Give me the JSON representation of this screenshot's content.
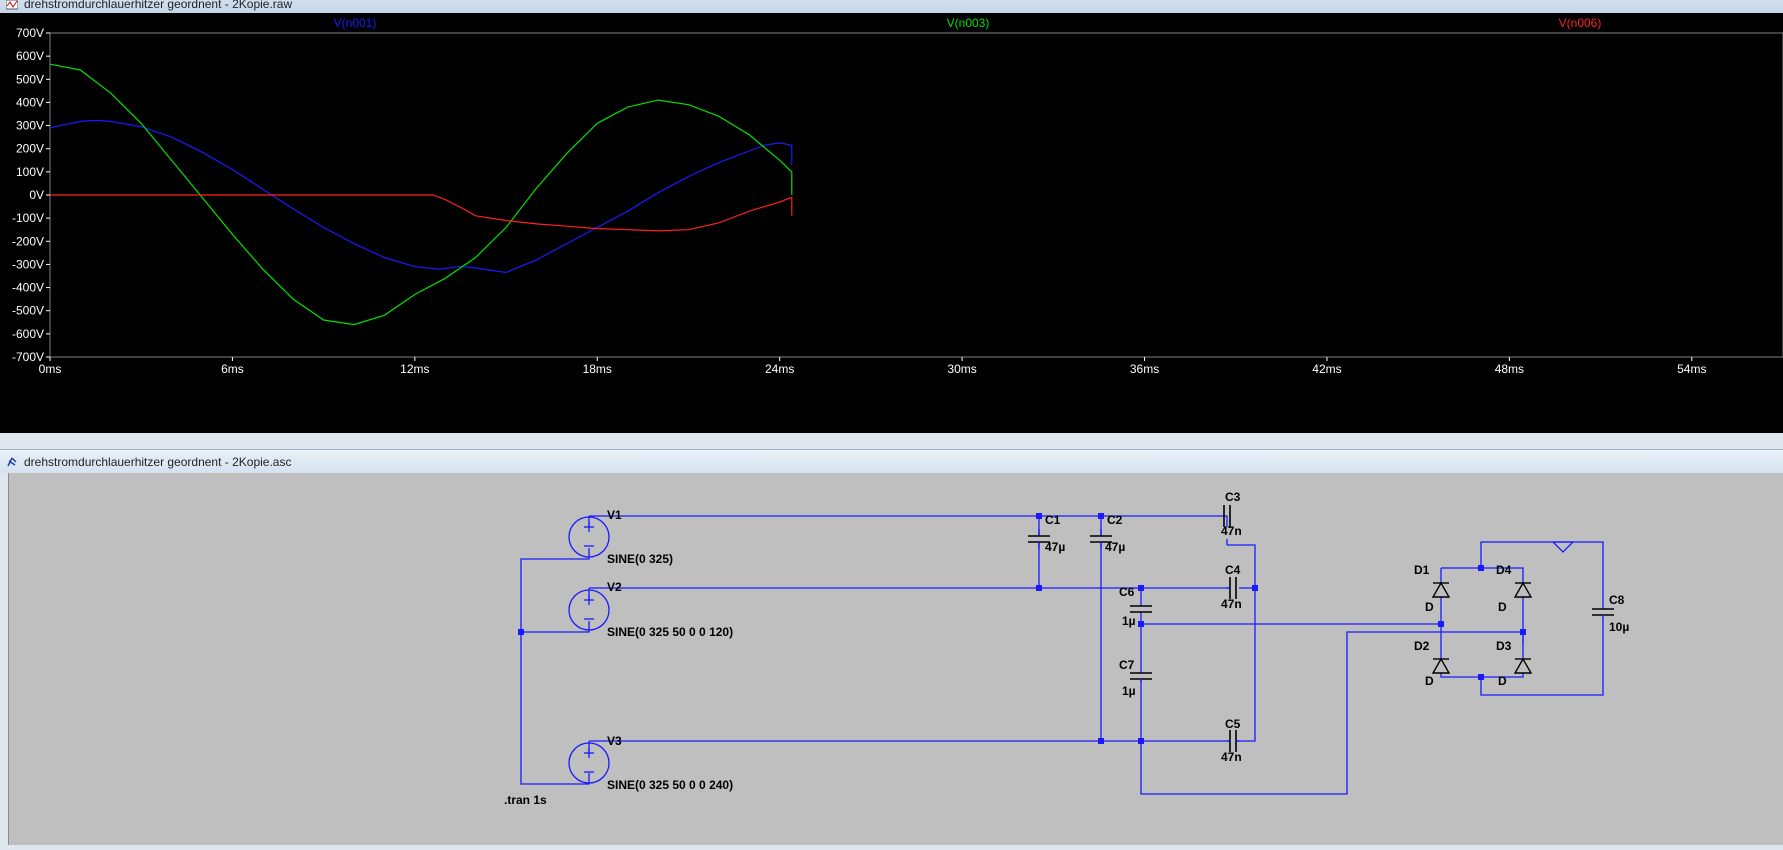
{
  "waveform_window": {
    "title": "drehstromdurchlauerhitzer geordnent - 2Kopie.raw"
  },
  "schematic_window": {
    "title": "drehstromdurchlauerhitzer geordnent - 2Kopie.asc"
  },
  "colors": {
    "plot_bg": "#000000",
    "axis_text": "#ffffff",
    "schematic_bg": "#bfbfbf",
    "wire": "#1a1aff",
    "junction": "#1a1aff",
    "component_text": "#000000"
  },
  "chart_data": {
    "type": "line",
    "xlabel": "",
    "ylabel": "",
    "xlim": [
      0,
      57
    ],
    "ylim": [
      -700,
      700
    ],
    "x_ticks": [
      "0ms",
      "6ms",
      "12ms",
      "18ms",
      "24ms",
      "30ms",
      "36ms",
      "42ms",
      "48ms",
      "54ms"
    ],
    "y_ticks": [
      "700V",
      "600V",
      "500V",
      "400V",
      "300V",
      "200V",
      "100V",
      "0V",
      "-100V",
      "-200V",
      "-300V",
      "-400V",
      "-500V",
      "-600V",
      "-700V"
    ],
    "grid": false,
    "series": [
      {
        "name": "V(n001)",
        "color": "#1a1aff",
        "x": [
          0,
          0.5,
          1,
          1.5,
          2,
          3,
          4,
          5,
          6,
          7,
          8,
          9,
          10,
          11,
          12,
          12.8,
          13.5,
          14,
          15,
          16,
          17,
          18,
          19,
          20,
          21,
          22,
          23,
          23.5,
          24,
          24.4,
          24.4
        ],
        "y": [
          290,
          305,
          318,
          322,
          318,
          295,
          250,
          185,
          110,
          25,
          -60,
          -140,
          -210,
          -270,
          -310,
          -320,
          -308,
          -315,
          -335,
          -280,
          -210,
          -140,
          -70,
          10,
          80,
          140,
          190,
          215,
          225,
          215,
          130
        ]
      },
      {
        "name": "V(n003)",
        "color": "#00e000",
        "x": [
          0,
          1,
          2,
          3,
          4,
          5,
          6,
          7,
          8,
          9,
          10,
          11,
          12,
          13,
          14,
          15,
          16,
          17,
          18,
          19,
          20,
          21,
          22,
          23,
          24,
          24.4,
          24.4
        ],
        "y": [
          565,
          540,
          440,
          310,
          150,
          -10,
          -170,
          -320,
          -450,
          -540,
          -560,
          -520,
          -430,
          -360,
          -270,
          -140,
          30,
          180,
          310,
          380,
          410,
          390,
          340,
          260,
          150,
          100,
          0
        ]
      },
      {
        "name": "V(n006)",
        "color": "#ff2020",
        "x": [
          0,
          6,
          12,
          12.6,
          13,
          13.6,
          14,
          15,
          16,
          17,
          18,
          19,
          20,
          21,
          22,
          22.5,
          23,
          23.5,
          24,
          24.4,
          24.4
        ],
        "y": [
          0,
          0,
          0,
          0,
          -20,
          -60,
          -90,
          -110,
          -125,
          -135,
          -145,
          -150,
          -155,
          -150,
          -120,
          -95,
          -70,
          -50,
          -30,
          -10,
          -90
        ]
      }
    ]
  },
  "schematic": {
    "components": [
      {
        "ref": "V1",
        "value": "SINE(0 325)"
      },
      {
        "ref": "V2",
        "value": "SINE(0 325 50 0 0 120)"
      },
      {
        "ref": "V3",
        "value": "SINE(0 325 50 0 0 240)"
      },
      {
        "ref": "C1",
        "value": "47µ"
      },
      {
        "ref": "C2",
        "value": "47µ"
      },
      {
        "ref": "C3",
        "value": "47n"
      },
      {
        "ref": "C4",
        "value": "47n"
      },
      {
        "ref": "C5",
        "value": "47n"
      },
      {
        "ref": "C6",
        "value": "1µ"
      },
      {
        "ref": "C7",
        "value": "1µ"
      },
      {
        "ref": "C8",
        "value": "10µ"
      },
      {
        "ref": "D1",
        "value": "D"
      },
      {
        "ref": "D2",
        "value": "D"
      },
      {
        "ref": "D3",
        "value": "D"
      },
      {
        "ref": "D4",
        "value": "D"
      }
    ],
    "directive": ".tran 1s"
  }
}
